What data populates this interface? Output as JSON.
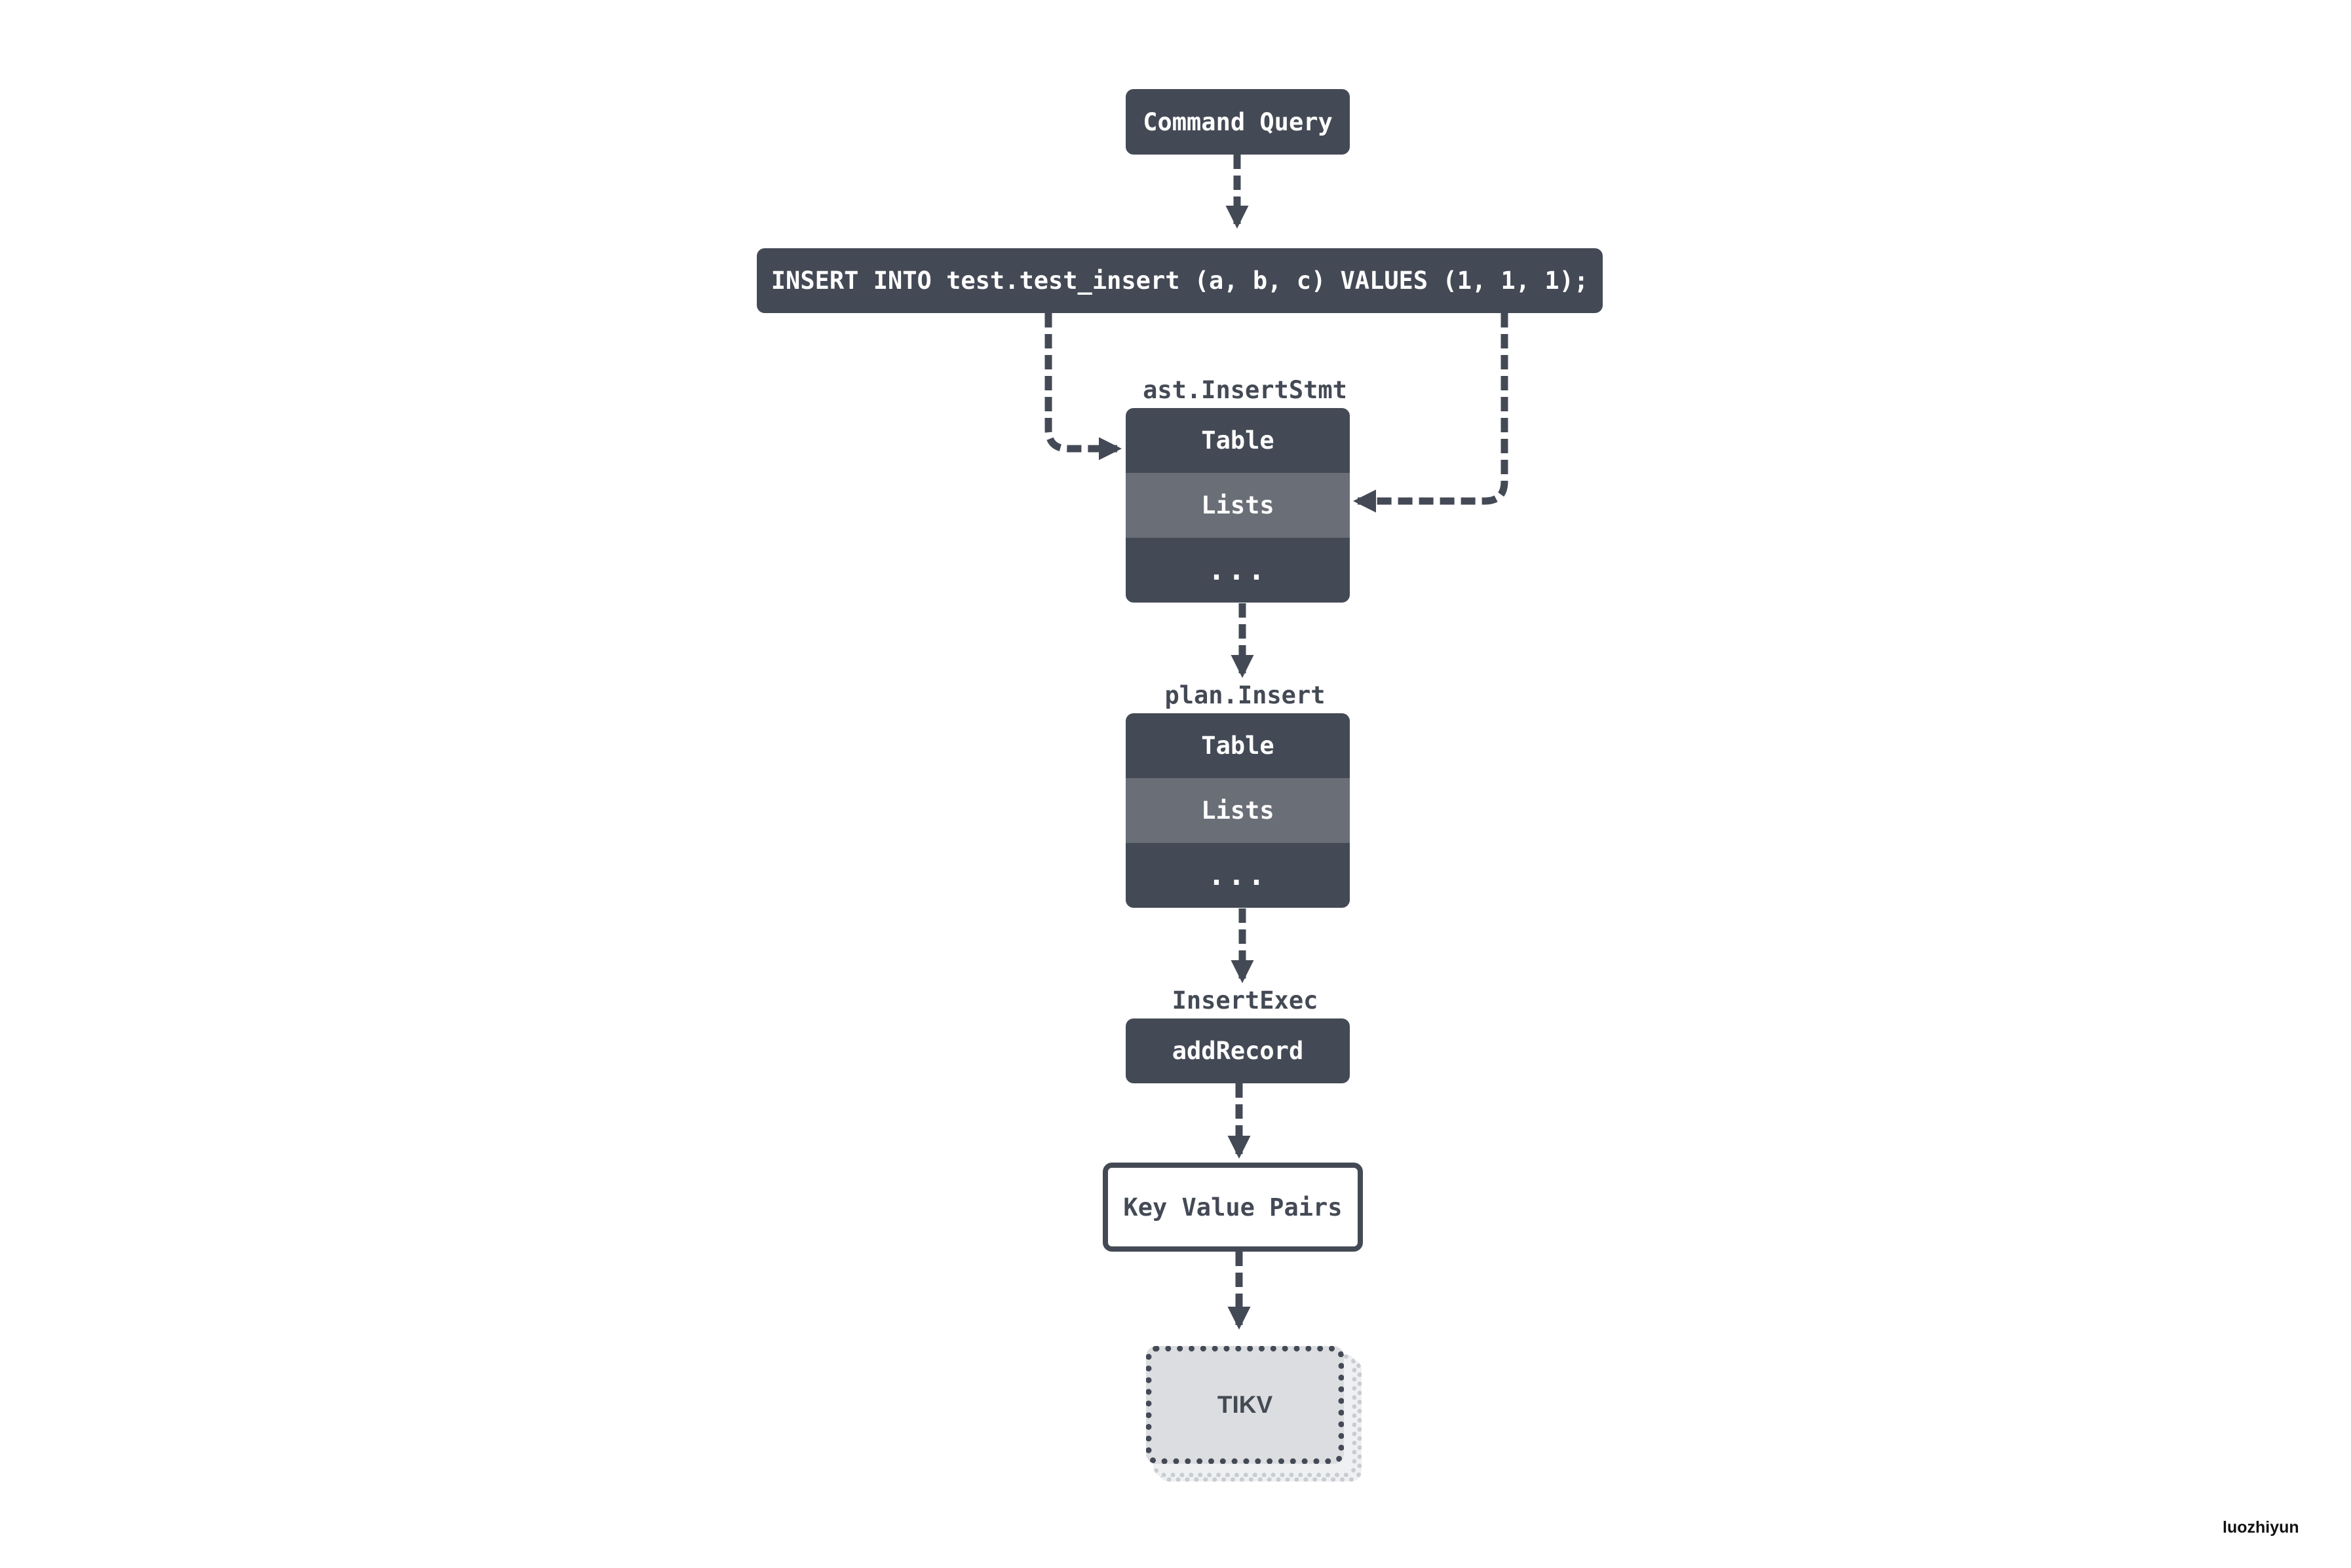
{
  "nodes": {
    "command_query": "Command Query",
    "sql_statement": "INSERT INTO test.test_insert (a, b, c) VALUES (1, 1, 1);",
    "ast_caption": "ast.InsertStmt",
    "ast_rows": [
      "Table",
      "Lists",
      "..."
    ],
    "plan_caption": "plan.Insert",
    "plan_rows": [
      "Table",
      "Lists",
      "..."
    ],
    "exec_caption": "InsertExec",
    "add_record": "addRecord",
    "key_value_pairs": "Key Value Pairs",
    "tikv": "TIKV"
  },
  "watermark": "luozhiyun",
  "colors": {
    "node_dark": "#444a55",
    "node_highlight": "#6a6f77",
    "tikv_fill": "#dcdde0",
    "background": "#ffffff"
  }
}
